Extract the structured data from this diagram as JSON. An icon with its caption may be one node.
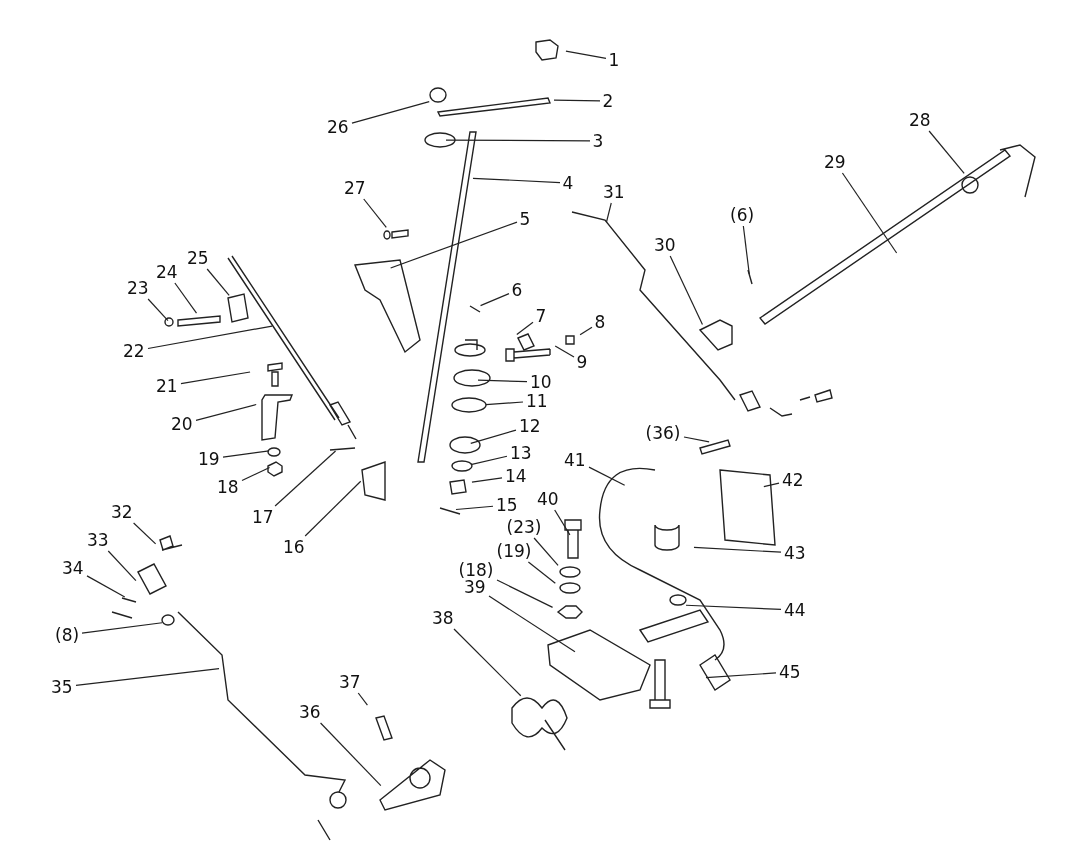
{
  "diagram": {
    "nodes": [
      {
        "text": [
          "1"
        ]
      },
      {
        "text": [
          "2"
        ]
      },
      {
        "text": [
          "26"
        ]
      },
      {
        "text": [
          "3"
        ]
      },
      {
        "text": [
          "28"
        ]
      },
      {
        "text": [
          "4"
        ]
      },
      {
        "text": [
          "29"
        ]
      },
      {
        "text": [
          "27"
        ]
      },
      {
        "text": [
          "31"
        ]
      },
      {
        "text": [
          "(6)"
        ]
      },
      {
        "text": [
          "5"
        ]
      },
      {
        "text": [
          "30"
        ]
      },
      {
        "text": [
          "25"
        ]
      },
      {
        "text": [
          "24"
        ]
      },
      {
        "text": [
          "23"
        ]
      },
      {
        "text": [
          "6"
        ]
      },
      {
        "text": [
          "7"
        ]
      },
      {
        "text": [
          "8"
        ]
      },
      {
        "text": [
          "22"
        ]
      },
      {
        "text": [
          "9"
        ]
      },
      {
        "text": [
          "10"
        ]
      },
      {
        "text": [
          "21"
        ]
      },
      {
        "text": [
          "11"
        ]
      },
      {
        "text": [
          "20"
        ]
      },
      {
        "text": [
          "12"
        ]
      },
      {
        "text": [
          "(36)"
        ]
      },
      {
        "text": [
          "19"
        ]
      },
      {
        "text": [
          "13"
        ]
      },
      {
        "text": [
          "41"
        ]
      },
      {
        "text": [
          "14"
        ]
      },
      {
        "text": [
          "18"
        ]
      },
      {
        "text": [
          "42"
        ]
      },
      {
        "text": [
          "15"
        ]
      },
      {
        "text": [
          "40"
        ]
      },
      {
        "text": [
          "17"
        ]
      },
      {
        "text": [
          "32"
        ]
      },
      {
        "text": [
          "(23)"
        ]
      },
      {
        "text": [
          "33"
        ]
      },
      {
        "text": [
          "16"
        ]
      },
      {
        "text": [
          "(19)"
        ]
      },
      {
        "text": [
          "34"
        ]
      },
      {
        "text": [
          "(18)"
        ]
      },
      {
        "text": [
          "39"
        ]
      },
      {
        "text": [
          "43"
        ]
      },
      {
        "text": [
          "44"
        ]
      },
      {
        "text": [
          "38"
        ]
      },
      {
        "text": [
          "(8)"
        ]
      },
      {
        "text": [
          "45"
        ]
      },
      {
        "text": [
          "37"
        ]
      },
      {
        "text": [
          "35"
        ]
      },
      {
        "text": [
          "36"
        ]
      }
    ],
    "edges": [
      {
        "from": 0,
        "to": null,
        "arrow": "none"
      },
      {
        "from": 1,
        "to": null,
        "arrow": "none"
      },
      {
        "from": 2,
        "to": null,
        "arrow": "none"
      },
      {
        "from": 3,
        "to": null,
        "arrow": "none"
      },
      {
        "from": 4,
        "to": null,
        "arrow": "none"
      },
      {
        "from": 5,
        "to": null,
        "arrow": "none"
      },
      {
        "from": 6,
        "to": null,
        "arrow": "none"
      },
      {
        "from": 7,
        "to": null,
        "arrow": "none"
      },
      {
        "from": 8,
        "to": null,
        "arrow": "none"
      },
      {
        "from": 9,
        "to": null,
        "arrow": "none"
      },
      {
        "from": 10,
        "to": null,
        "arrow": "none"
      },
      {
        "from": 11,
        "to": null,
        "arrow": "none"
      },
      {
        "from": 12,
        "to": null,
        "arrow": "none"
      },
      {
        "from": 13,
        "to": null,
        "arrow": "none"
      },
      {
        "from": 14,
        "to": null,
        "arrow": "none"
      },
      {
        "from": 15,
        "to": null,
        "arrow": "none"
      },
      {
        "from": 16,
        "to": null,
        "arrow": "none"
      },
      {
        "from": 17,
        "to": null,
        "arrow": "none"
      },
      {
        "from": 18,
        "to": null,
        "arrow": "none"
      },
      {
        "from": 19,
        "to": null,
        "arrow": "none"
      },
      {
        "from": 20,
        "to": null,
        "arrow": "none"
      },
      {
        "from": 21,
        "to": null,
        "arrow": "none"
      },
      {
        "from": 22,
        "to": null,
        "arrow": "none"
      },
      {
        "from": 23,
        "to": null,
        "arrow": "none"
      },
      {
        "from": 24,
        "to": null,
        "arrow": "none"
      },
      {
        "from": 25,
        "to": null,
        "arrow": "none"
      },
      {
        "from": 26,
        "to": null,
        "arrow": "none"
      },
      {
        "from": 27,
        "to": null,
        "arrow": "none"
      },
      {
        "from": 28,
        "to": null,
        "arrow": "none"
      },
      {
        "from": 29,
        "to": null,
        "arrow": "none"
      },
      {
        "from": 30,
        "to": null,
        "arrow": "none"
      },
      {
        "from": 31,
        "to": null,
        "arrow": "none"
      },
      {
        "from": 32,
        "to": null,
        "arrow": "none"
      },
      {
        "from": 33,
        "to": null,
        "arrow": "none"
      },
      {
        "from": 34,
        "to": null,
        "arrow": "none"
      },
      {
        "from": 35,
        "to": null,
        "arrow": "none"
      },
      {
        "from": 36,
        "to": null,
        "arrow": "none"
      },
      {
        "from": 37,
        "to": null,
        "arrow": "none"
      },
      {
        "from": 38,
        "to": null,
        "arrow": "none"
      },
      {
        "from": 39,
        "to": null,
        "arrow": "none"
      },
      {
        "from": 40,
        "to": null,
        "arrow": "none"
      },
      {
        "from": 41,
        "to": null,
        "arrow": "none"
      },
      {
        "from": 42,
        "to": null,
        "arrow": "none"
      },
      {
        "from": 43,
        "to": null,
        "arrow": "none"
      },
      {
        "from": 44,
        "to": null,
        "arrow": "none"
      },
      {
        "from": 45,
        "to": null,
        "arrow": "none"
      },
      {
        "from": 46,
        "to": null,
        "arrow": "none"
      },
      {
        "from": 47,
        "to": null,
        "arrow": "none"
      },
      {
        "from": 48,
        "to": null,
        "arrow": "none"
      },
      {
        "from": 49,
        "to": null,
        "arrow": "none"
      },
      {
        "from": 50,
        "to": null,
        "arrow": "none"
      }
    ]
  }
}
